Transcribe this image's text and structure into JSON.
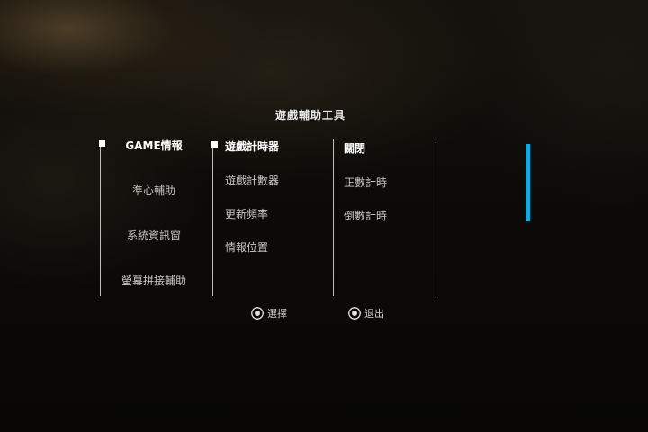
{
  "menu": {
    "title": "遊戲輔助工具",
    "column1": [
      {
        "label": "GAME情報",
        "active": true
      },
      {
        "label": "準心輔助",
        "active": false
      },
      {
        "label": "系統資訊窗",
        "active": false
      },
      {
        "label": "螢幕拼接輔助",
        "active": false
      }
    ],
    "column2": [
      {
        "label": "遊戲計時器",
        "active": true
      },
      {
        "label": "遊戲計數器",
        "active": false
      },
      {
        "label": "更新頻率",
        "active": false
      },
      {
        "label": "情報位置",
        "active": false
      }
    ],
    "column3": [
      {
        "label": "關閉",
        "active": true
      },
      {
        "label": "正數計時",
        "active": false
      },
      {
        "label": "倒數計時",
        "active": false
      }
    ]
  },
  "hints": {
    "select": {
      "icon": "joystick-icon",
      "label": "選擇"
    },
    "exit": {
      "icon": "joystick-icon",
      "label": "退出"
    }
  },
  "colors": {
    "accent": "#1aa8d8",
    "text": "#c8c8c8",
    "text_active": "#ffffff",
    "divider": "#bdbdbd"
  }
}
